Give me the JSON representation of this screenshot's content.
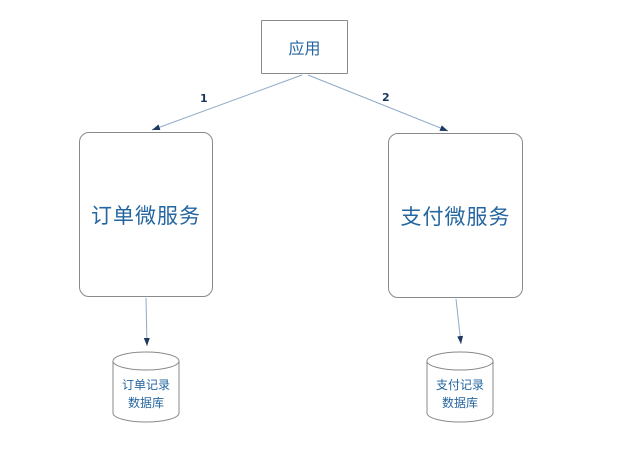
{
  "diagram": {
    "nodes": {
      "app": {
        "label": "应用",
        "type": "rect"
      },
      "order_service": {
        "label": "订单微服务",
        "type": "rounded-rect"
      },
      "payment_service": {
        "label": "支付微服务",
        "type": "rounded-rect"
      },
      "order_db": {
        "label": [
          "订单记录",
          "数据库"
        ],
        "type": "cylinder"
      },
      "payment_db": {
        "label": [
          "支付记录",
          "数据库"
        ],
        "type": "cylinder"
      }
    },
    "edges": [
      {
        "from": "app",
        "to": "order_service",
        "label": "1"
      },
      {
        "from": "app",
        "to": "payment_service",
        "label": "2"
      },
      {
        "from": "order_service",
        "to": "order_db",
        "label": ""
      },
      {
        "from": "payment_service",
        "to": "payment_db",
        "label": ""
      }
    ],
    "colors": {
      "node_border": "#8a8a8a",
      "node_text": "#2566a0",
      "arrow_line": "#8caac6",
      "arrow_head": "#1f3a5f",
      "edge_label": "#17375e",
      "background": "#ffffff"
    }
  }
}
